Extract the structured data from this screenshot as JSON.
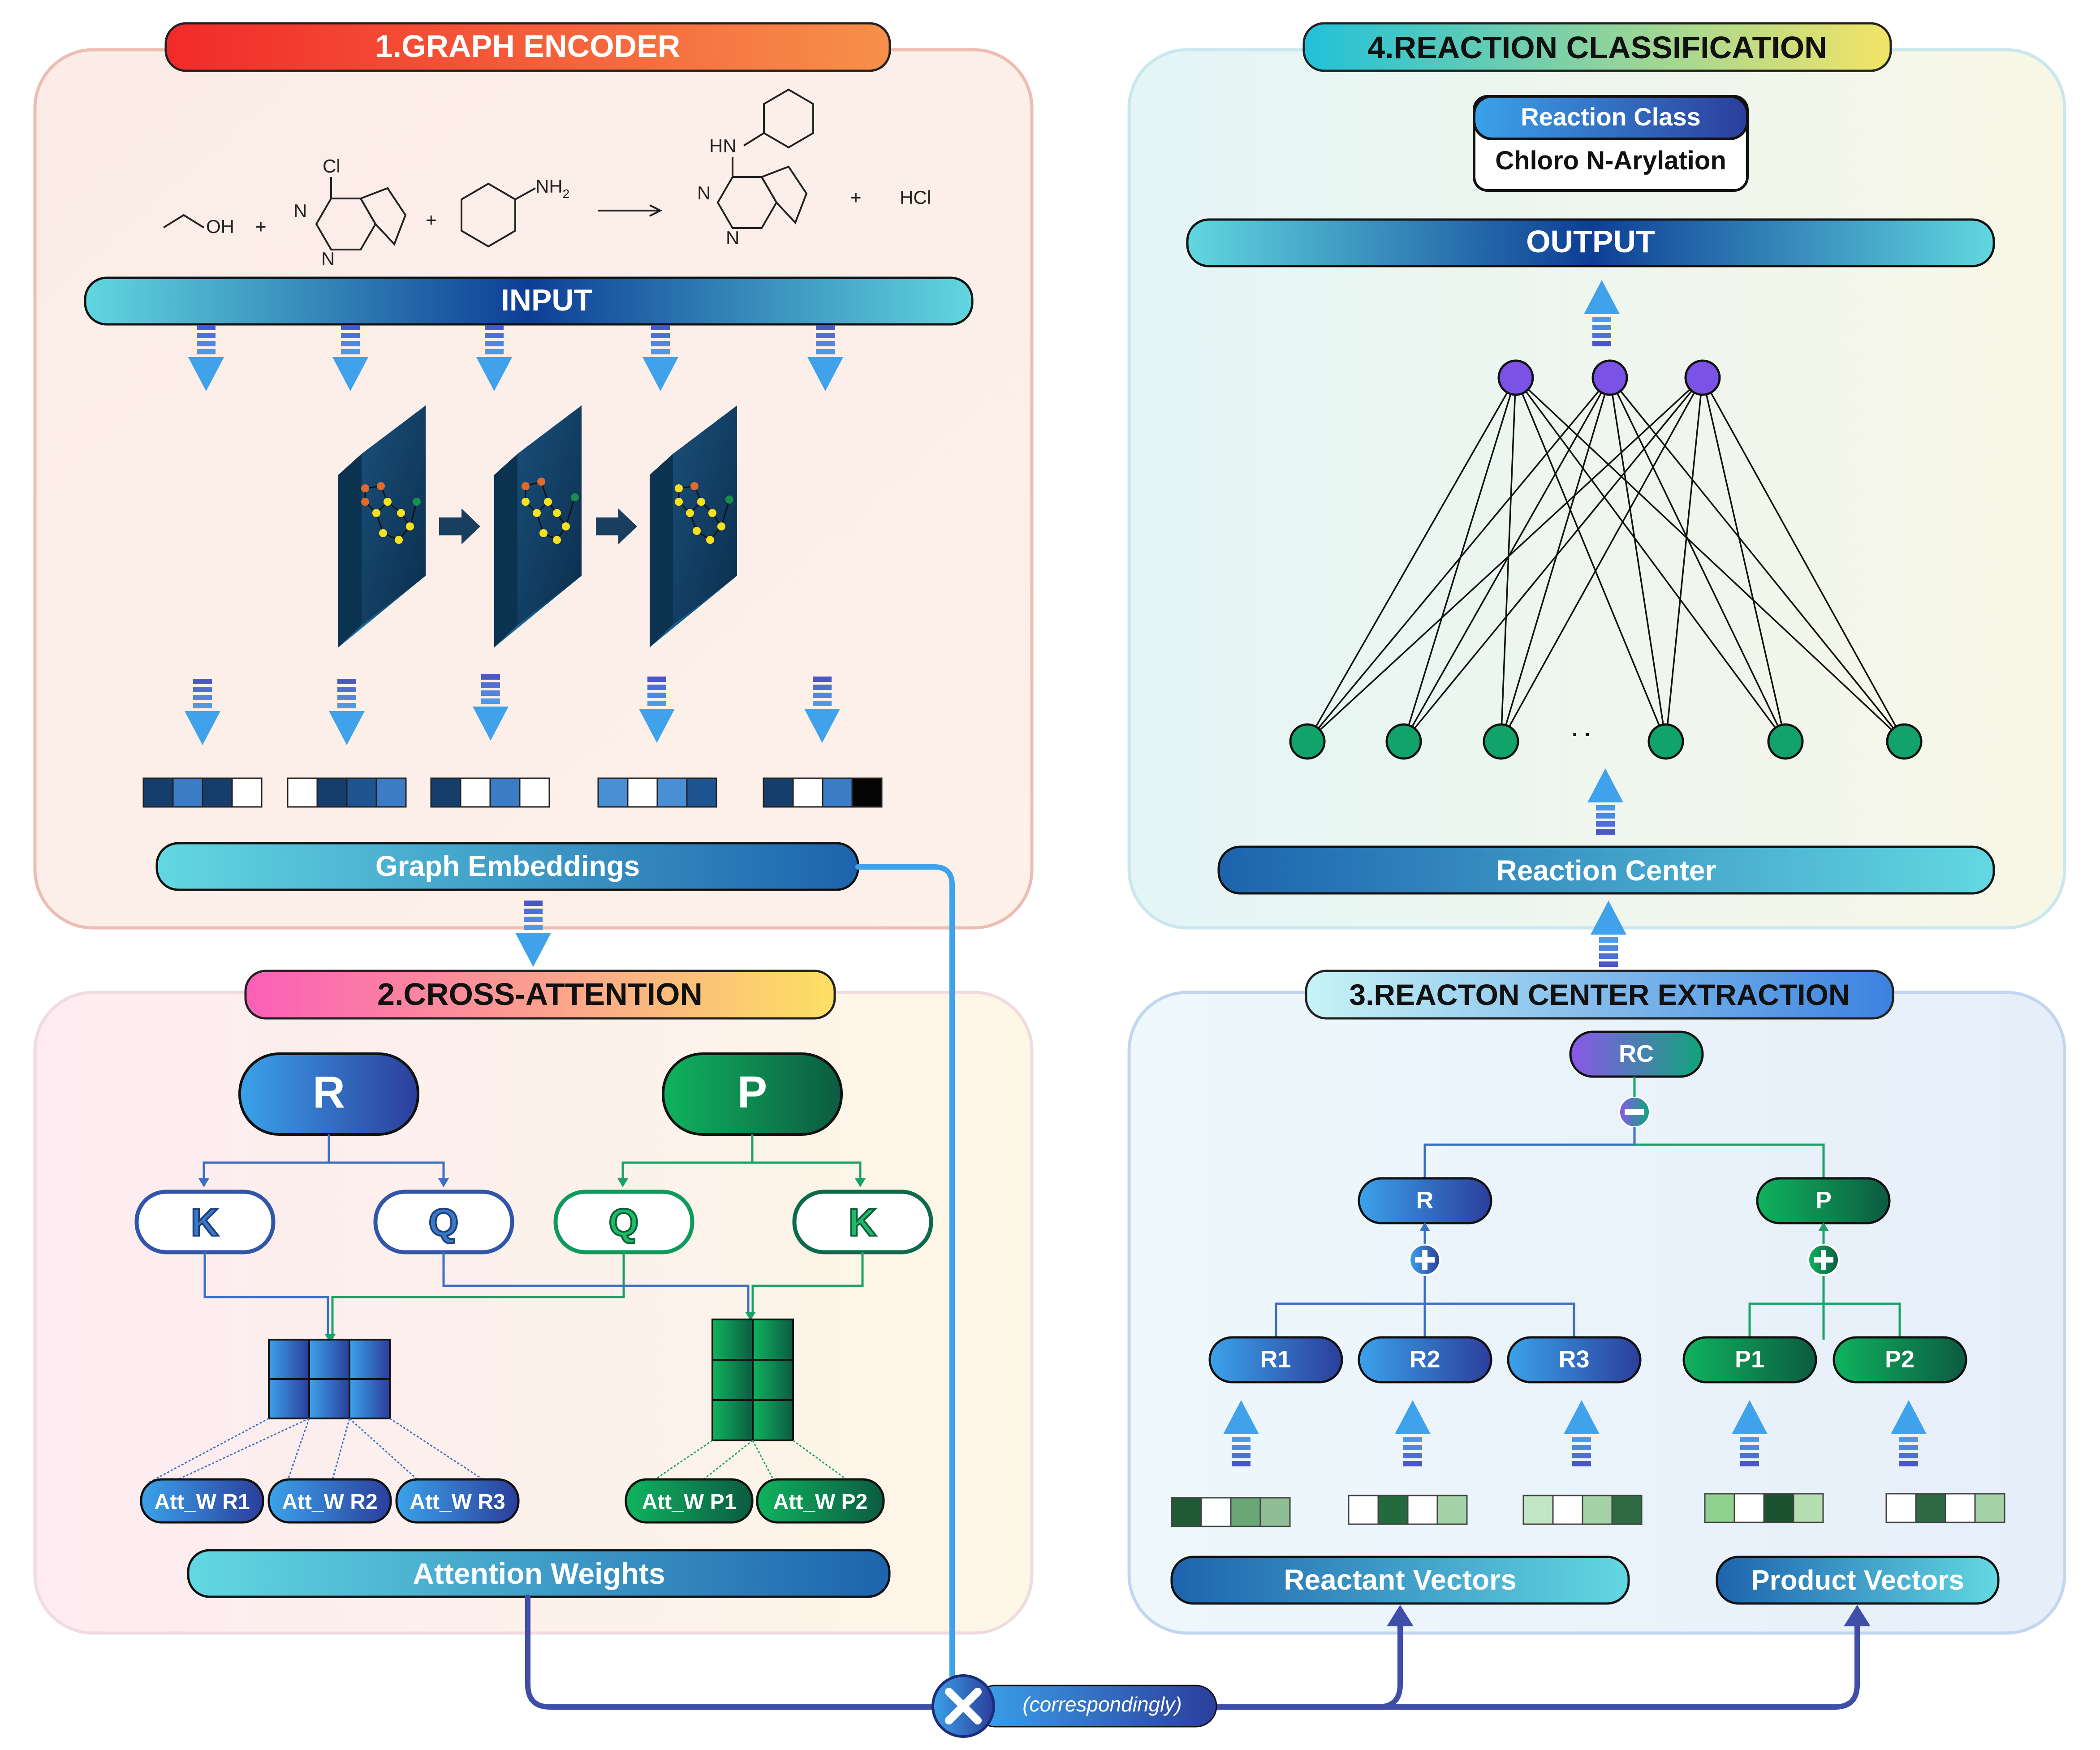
{
  "colors": {
    "encoder_bg": "#fbeee9",
    "attention_bg": "#fcecef",
    "classification_bg": "#e6f5f4",
    "extraction_bg": "#eaf1fb",
    "reactant_blue": "#2a5caa",
    "product_green": "#0c8a5a",
    "bar_cyan": "#5ad0dd",
    "bar_navy": "#0b3d91",
    "node_purple": "#7a52e6",
    "node_green": "#12a36a"
  },
  "encoder": {
    "title": "1.GRAPH ENCODER",
    "input_label": "INPUT",
    "embeddings_label": "Graph Embeddings",
    "reaction": {
      "oh": "OH",
      "plus": "+",
      "cl": "Cl",
      "n": "N",
      "nh2": "NH",
      "nh2_sub": "2",
      "hn": "HN",
      "hcl": "HCl"
    }
  },
  "attention": {
    "title": "2.CROSS-ATTENTION",
    "r_label": "R",
    "p_label": "P",
    "r_keys": [
      "K",
      "Q"
    ],
    "p_keys": [
      "Q",
      "K"
    ],
    "r_weights": [
      "Att_W R1",
      "Att_W R2",
      "Att_W R3"
    ],
    "p_weights": [
      "Att_W P1",
      "Att_W P2"
    ],
    "weights_label": "Attention Weights"
  },
  "classification": {
    "title": "4.REACTION CLASSIFICATION",
    "class_header": "Reaction Class",
    "class_value": "Chloro N-Arylation",
    "output_label": "OUTPUT",
    "ellipsis": "· ·",
    "center_label": "Reaction Center"
  },
  "extraction": {
    "title": "3.REACTON CENTER EXTRACTION",
    "rc_label": "RC",
    "minus": "−",
    "plus": "+",
    "r_label": "R",
    "p_label": "P",
    "reactants": [
      "R1",
      "R2",
      "R3"
    ],
    "products": [
      "P1",
      "P2"
    ],
    "reactant_vectors": "Reactant Vectors",
    "product_vectors": "Product Vectors"
  },
  "connector": {
    "note": "(correspondingly)"
  }
}
